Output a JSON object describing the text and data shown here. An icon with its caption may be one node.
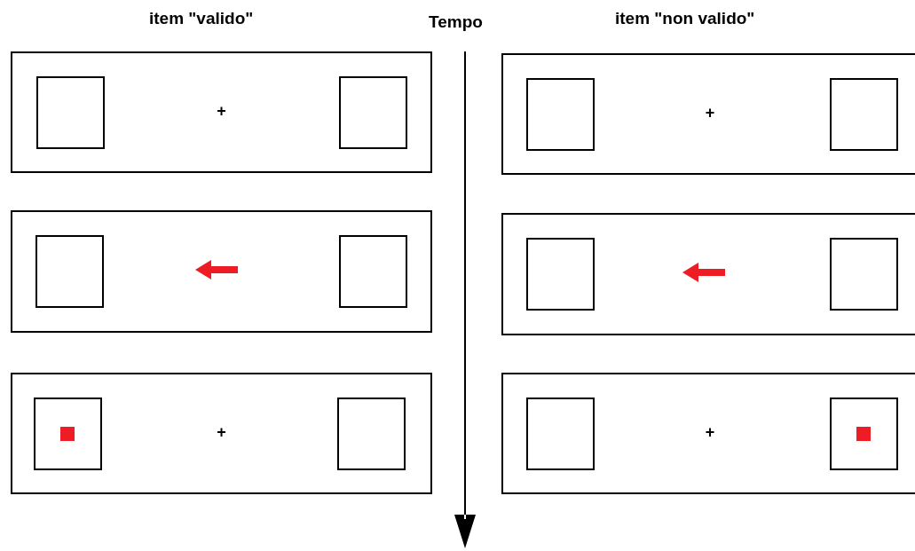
{
  "diagram": {
    "nodes": [
      {
        "text": [
          "+"
        ]
      },
      {
        "text": [],
        "shape": "box",
        "in": 0
      },
      {
        "text": [],
        "shape": "box",
        "in": 0
      },
      {
        "text": [
          "+"
        ]
      },
      {
        "text": [],
        "shape": "box",
        "in": 3
      },
      {
        "text": [],
        "shape": "box",
        "in": 3
      },
      {
        "text": [],
        "shape": "box"
      },
      {
        "text": [],
        "shape": "box",
        "in": 6
      },
      {
        "text": [],
        "shape": "box",
        "in": 6
      },
      {
        "text": [],
        "shape": "box"
      },
      {
        "text": [],
        "shape": "box",
        "in": 9
      },
      {
        "text": [],
        "shape": "box",
        "in": 9
      },
      {
        "text": [
          "+"
        ]
      },
      {
        "text": [],
        "shape": "box",
        "in": 12
      },
      {
        "text": [],
        "shape": "box",
        "in": 12
      },
      {
        "text": [
          "+"
        ]
      },
      {
        "text": [],
        "shape": "box",
        "in": 15
      },
      {
        "text": [],
        "shape": "box",
        "in": 15
      }
    ],
    "edges": [],
    "labels": [
      "item \"valido\"",
      "Tempo",
      "item \"non valido\""
    ]
  }
}
